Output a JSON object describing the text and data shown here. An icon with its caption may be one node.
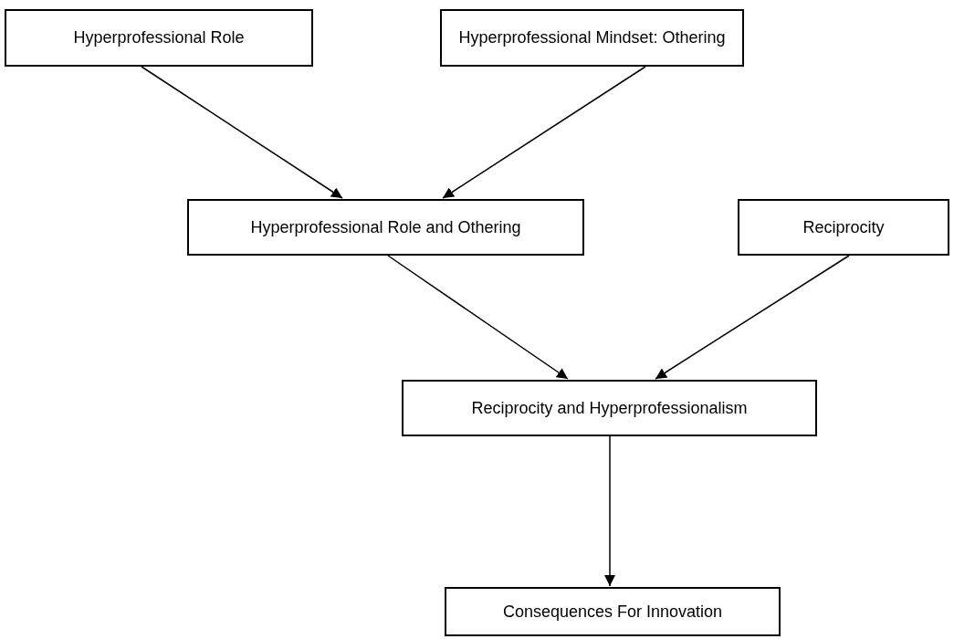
{
  "diagram": {
    "nodes": [
      {
        "text": [
          "Hyperprofessional Role"
        ]
      },
      {
        "text": [
          "Hyperprofessional Mindset: Othering"
        ]
      },
      {
        "text": [
          "Hyperprofessional Role and Othering"
        ]
      },
      {
        "text": [
          "Reciprocity"
        ]
      },
      {
        "text": [
          "Reciprocity and Hyperprofessionalism"
        ]
      },
      {
        "text": [
          "Consequences For Innovation"
        ]
      }
    ],
    "edges": [
      {
        "from": 0,
        "to": 2,
        "arrow": "to"
      },
      {
        "from": 1,
        "to": 2,
        "arrow": "to"
      },
      {
        "from": 2,
        "to": 4,
        "arrow": "to"
      },
      {
        "from": 3,
        "to": 4,
        "arrow": "to"
      },
      {
        "from": 4,
        "to": 5,
        "arrow": "to"
      }
    ]
  }
}
